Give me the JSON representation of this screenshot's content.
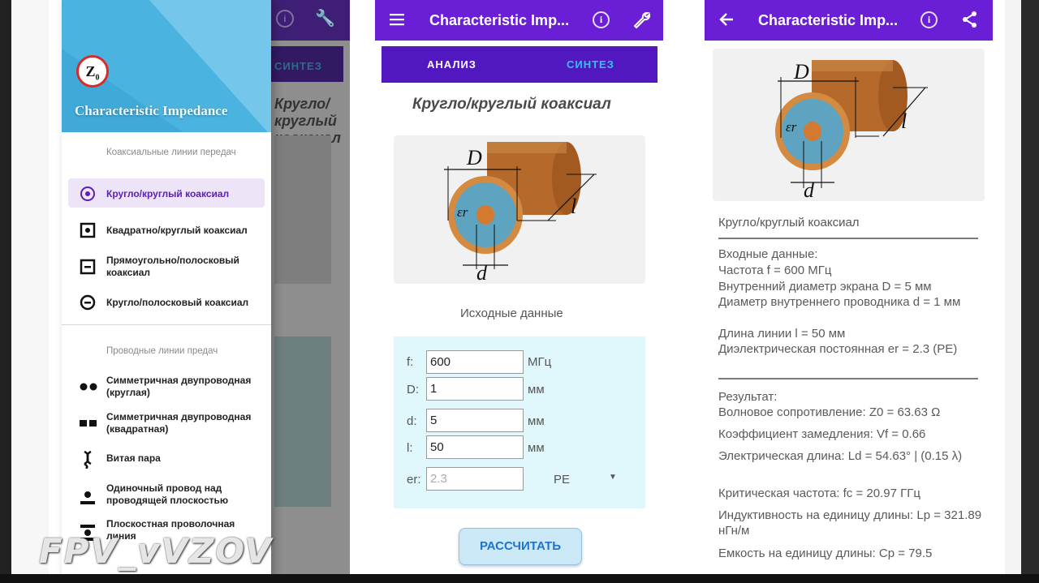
{
  "left_panel": {
    "tab_label": "СИНТЕЗ",
    "title": "Кругло/круглый коаксиал"
  },
  "drawer": {
    "header_title": "Characteristic Impedance",
    "logo": "Z0",
    "section1": "Коаксиальные линии передач",
    "items1": [
      {
        "label": "Кругло/круглый коаксиал",
        "icon": "circle-dot-icon"
      },
      {
        "label": "Квадратно/круглый коаксиал",
        "icon": "square-dot-icon"
      },
      {
        "label": "Прямоугольно/полосковый коаксиал",
        "icon": "square-bar-icon"
      },
      {
        "label": "Кругло/полосковый коаксиал",
        "icon": "circle-bar-icon"
      }
    ],
    "section2": "Проводные линии предач",
    "items2": [
      {
        "label": "Симметричная двупроводная (круглая)",
        "icon": "two-dots-icon"
      },
      {
        "label": "Симметричная двупроводная (квадратная)",
        "icon": "two-squares-icon"
      },
      {
        "label": "Витая пара",
        "icon": "twisted-pair-icon"
      },
      {
        "label": "Одиночный провод над проводящей плоскостью",
        "icon": "wire-over-plane-icon"
      },
      {
        "label": "Плоскостная проволочная линия",
        "icon": "planar-wire-icon"
      }
    ]
  },
  "middle_panel": {
    "app_title": "Characteristic Imp...",
    "tabs": [
      "АНАЛИЗ",
      "СИНТЕЗ"
    ],
    "section_title": "Кругло/круглый коаксиал",
    "subheading": "Исходные данные",
    "fields": [
      {
        "label": "f:",
        "value": "600",
        "unit": "МГц"
      },
      {
        "label": "D:",
        "value": "1",
        "unit": "мм"
      },
      {
        "label": "d:",
        "value": "5",
        "unit": "мм"
      },
      {
        "label": "l:",
        "value": "50",
        "unit": "мм"
      },
      {
        "label": "er:",
        "value": "2.3",
        "unit": "PE"
      }
    ],
    "calc_button": "РАССЧИТАТЬ"
  },
  "right_panel": {
    "app_title": "Characteristic Imp...",
    "result_title": "Кругло/круглый коаксиал",
    "input_lines": [
      "Входные данные:",
      "Частота f = 600 МГц",
      "Внутренний диаметр экрана D = 5 мм",
      "Диаметр внутреннего проводника d = 1 мм",
      "Длина линии l = 50 мм",
      "Диэлектрическая постоянная er = 2.3 (PE)"
    ],
    "results_heading": "Результат:",
    "result_lines": [
      "Волновое сопротивление: Z0 = 63.63 Ω",
      "Коэффициент замедления: Vf = 0.66",
      "Электрическая длина: Ld = 54.63° | (0.15 λ)",
      "Критическая частота: fc = 20.97 ГГц",
      "Индуктивность на единицу длины: Lp = 321.89 нГн/м",
      "Емкость на единицу длины: Cp = 79.5"
    ]
  },
  "diagram": {
    "D": "D",
    "d": "d",
    "l": "l",
    "er": "εr"
  },
  "watermark": "FPV_vVZOV",
  "colors": {
    "appbar": "#6a1fd6",
    "tabs": "#5218c0",
    "accent_tab": "#29c7f0",
    "drawer_header": "#4bb3df"
  }
}
